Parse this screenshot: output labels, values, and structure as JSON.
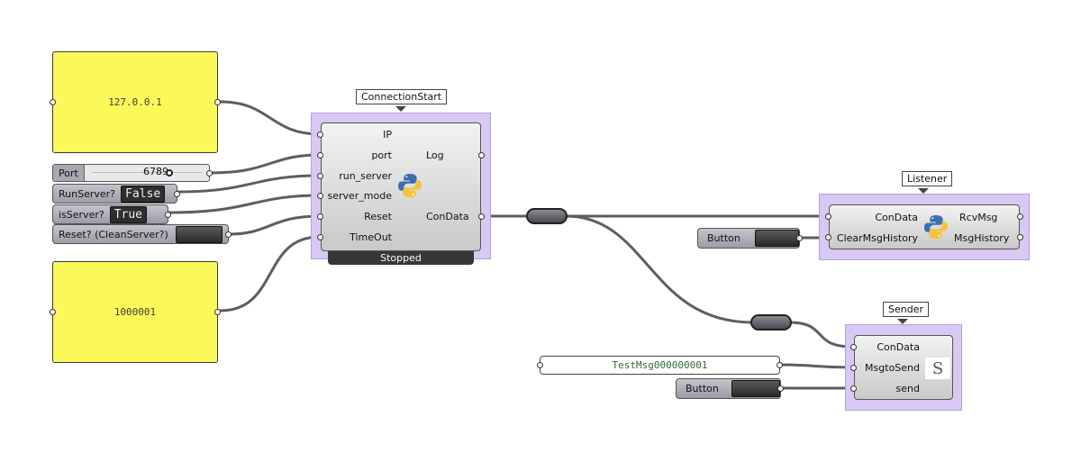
{
  "panels": {
    "ip_value": "127.0.0.1",
    "timeout_value": "1000001"
  },
  "slider": {
    "label": "Port",
    "value": "6789"
  },
  "toggles": {
    "run_server": {
      "label": "RunServer?",
      "value": "False"
    },
    "is_server": {
      "label": "isServer?",
      "value": "True"
    },
    "reset": {
      "label": "Reset? (CleanServer?)"
    }
  },
  "connection_start": {
    "title": "ConnectionStart",
    "inputs": [
      "IP",
      "port",
      "run_server",
      "server_mode",
      "Reset",
      "TimeOut"
    ],
    "outputs": [
      "Log",
      "ConData"
    ],
    "status": "Stopped"
  },
  "listener": {
    "title": "Listener",
    "inputs": [
      "ConData",
      "ClearMsgHistory"
    ],
    "outputs": [
      "RcvMsg",
      "MsgHistory"
    ],
    "button_label": "Button"
  },
  "sender": {
    "title": "Sender",
    "inputs": [
      "ConData",
      "MsgtoSend",
      "send"
    ],
    "icon_text": "S",
    "button_label": "Button",
    "message_value": "TestMsg000000001"
  },
  "colors": {
    "panel_yellow": "#fbf95a",
    "component_bg": "#d8c8f4",
    "wire": "#5e5e5e"
  }
}
